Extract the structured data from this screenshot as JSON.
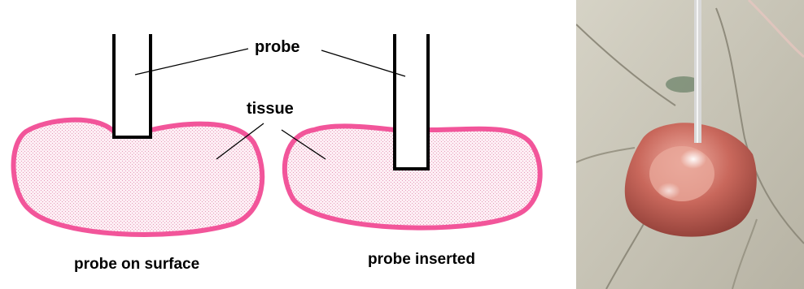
{
  "labels": {
    "probe": "probe",
    "tissue": "tissue"
  },
  "captions": {
    "left": "probe on surface",
    "right": "probe inserted"
  },
  "colors": {
    "tissue_outline": "#f2559a",
    "tissue_fill": "#fbe4ee",
    "probe_stroke": "#000000",
    "background": "#ffffff"
  }
}
